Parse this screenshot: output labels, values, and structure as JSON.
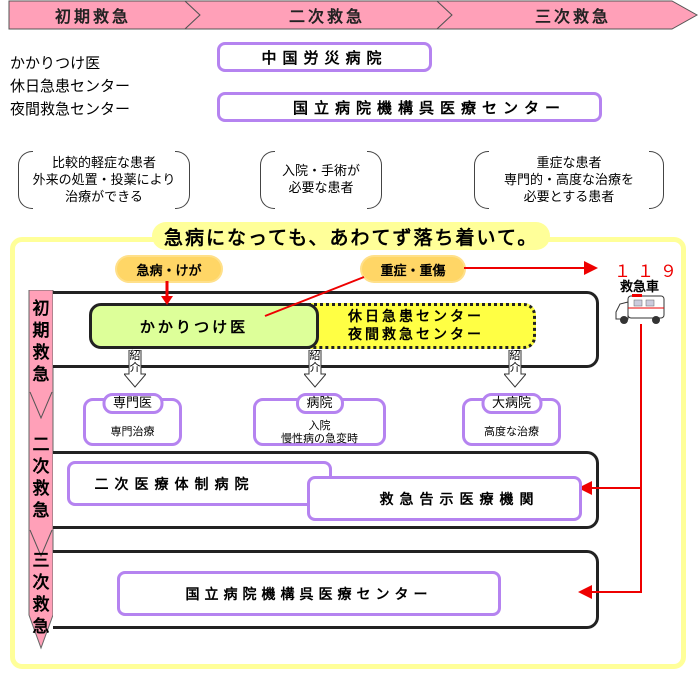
{
  "colors": {
    "phase_pink": "#ffa0b8",
    "purple_border": "#b583f0",
    "yellow_frame": "#ffff99",
    "cloud": "#ffd666",
    "green_box": "#ddff99",
    "yellow_box": "#ffff44",
    "arrow_red": "#ee0000"
  },
  "phases": [
    "初期救急",
    "二次救急",
    "三次救急"
  ],
  "facility_list": [
    "かかりつけ医",
    "休日急患センター",
    "夜間救急センター"
  ],
  "top_hospitals": {
    "secondary": "中国労災病院",
    "tertiary": "国立病院機構呉医療センター"
  },
  "descriptions": [
    [
      "比較的軽症な患者",
      "外来の処置・投薬により",
      "治療ができる"
    ],
    [
      "入院・手術が",
      "必要な患者"
    ],
    [
      "重症な患者",
      "専門的・高度な治療を",
      "必要とする患者"
    ]
  ],
  "slogan": "急病になっても、あわてず落ち着いて。",
  "clouds": {
    "minor": "急病・けが",
    "severe": "重症・重傷"
  },
  "ambulance": {
    "number": "１１９",
    "label": "救急車"
  },
  "stages": {
    "primary": {
      "label": [
        "初",
        "期",
        "救",
        "急"
      ],
      "family_doctor": "かかりつけ医",
      "centers": [
        "休日急患センター",
        "夜間救急センター"
      ]
    },
    "secondary": {
      "label": [
        "二",
        "次",
        "救",
        "急"
      ],
      "hospital_a": "二次医療体制病院",
      "hospital_b": "救急告示医療機関"
    },
    "tertiary": {
      "label": [
        "三",
        "次",
        "救",
        "急"
      ],
      "hospital": "国立病院機構呉医療センター"
    }
  },
  "referral": {
    "label": [
      "紹",
      "介"
    ]
  },
  "referral_targets": [
    {
      "title": "専門医",
      "desc": [
        "専門治療"
      ]
    },
    {
      "title": "病院",
      "desc": [
        "入院",
        "慢性病の急変時"
      ]
    },
    {
      "title": "大病院",
      "desc": [
        "高度な治療"
      ]
    }
  ]
}
